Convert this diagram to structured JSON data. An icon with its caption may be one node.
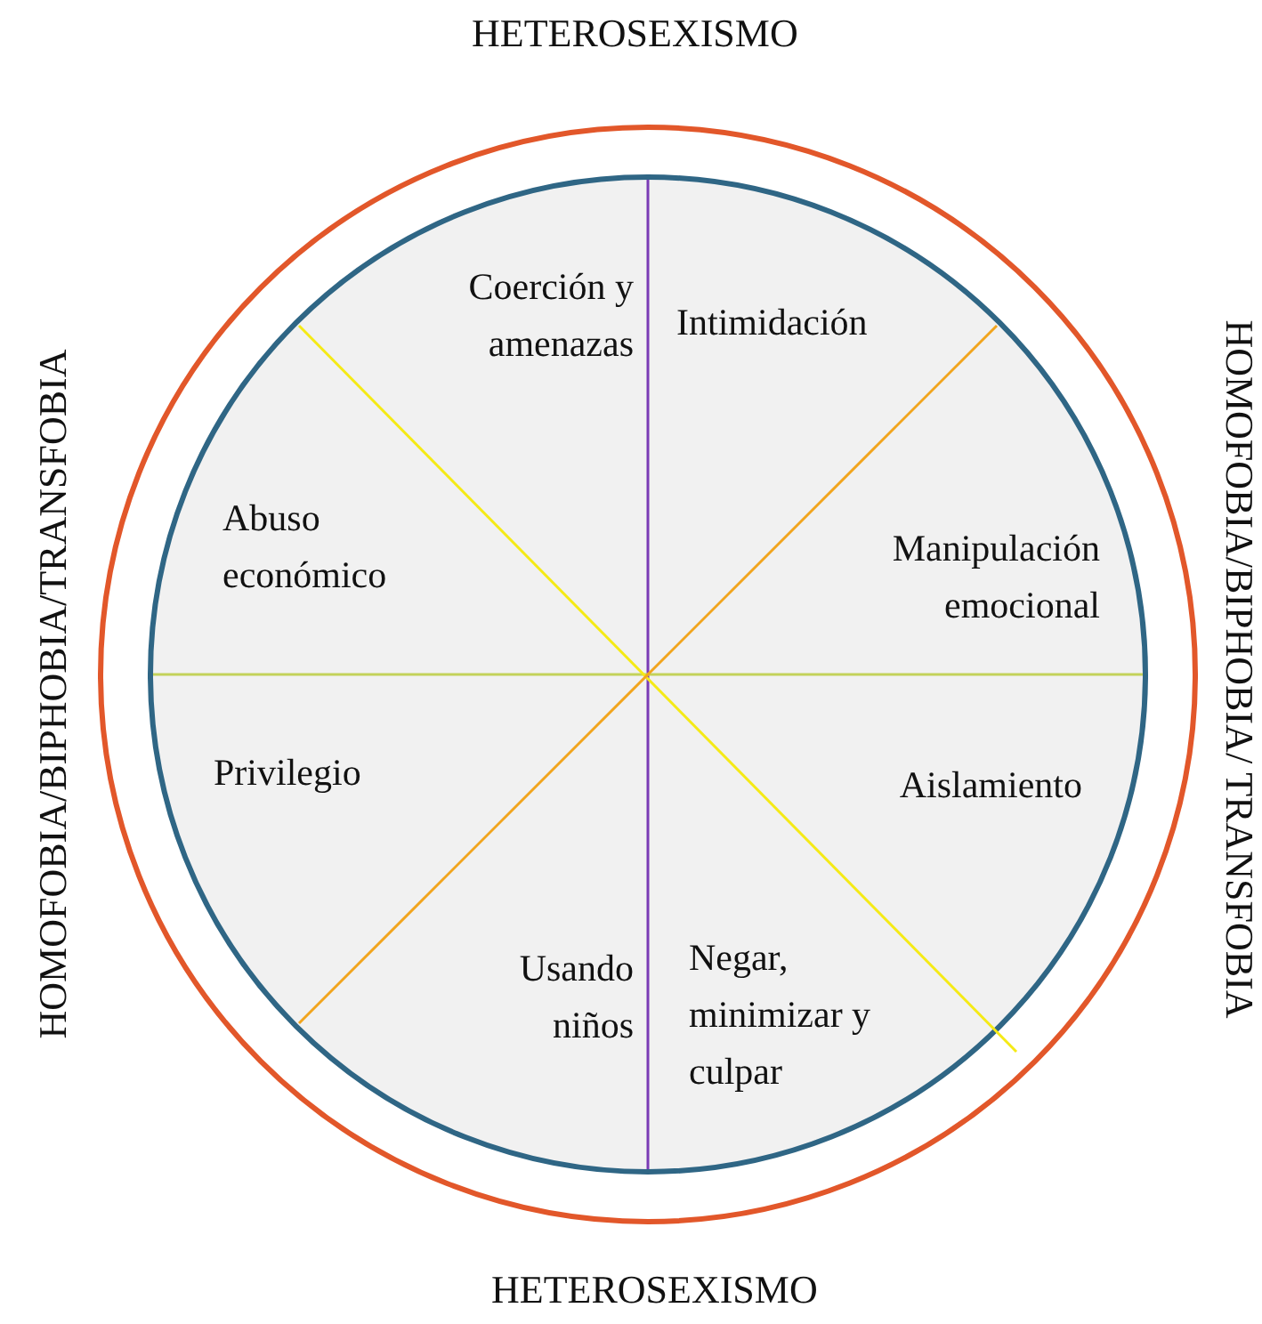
{
  "diagram": {
    "nodes": [
      {
        "text": [],
        "shape": "circle"
      },
      {
        "text": [
          "Coerción y amenazas",
          "Intimidación",
          "Abuso económico",
          "Manipulación emocional",
          "Privilegio",
          "Aislamiento",
          "Usando niños",
          "Negar, minimizar y culpar"
        ],
        "in": 0
      }
    ],
    "labels": [
      "HETEROSEXISMO",
      "HOMOFOBIA/BIPHOBIA/TRANSFOBIA",
      "HOMOFOBIA/BIPHOBIA/ TRANSFOBIA",
      "HETEROSEXISMO"
    ]
  }
}
